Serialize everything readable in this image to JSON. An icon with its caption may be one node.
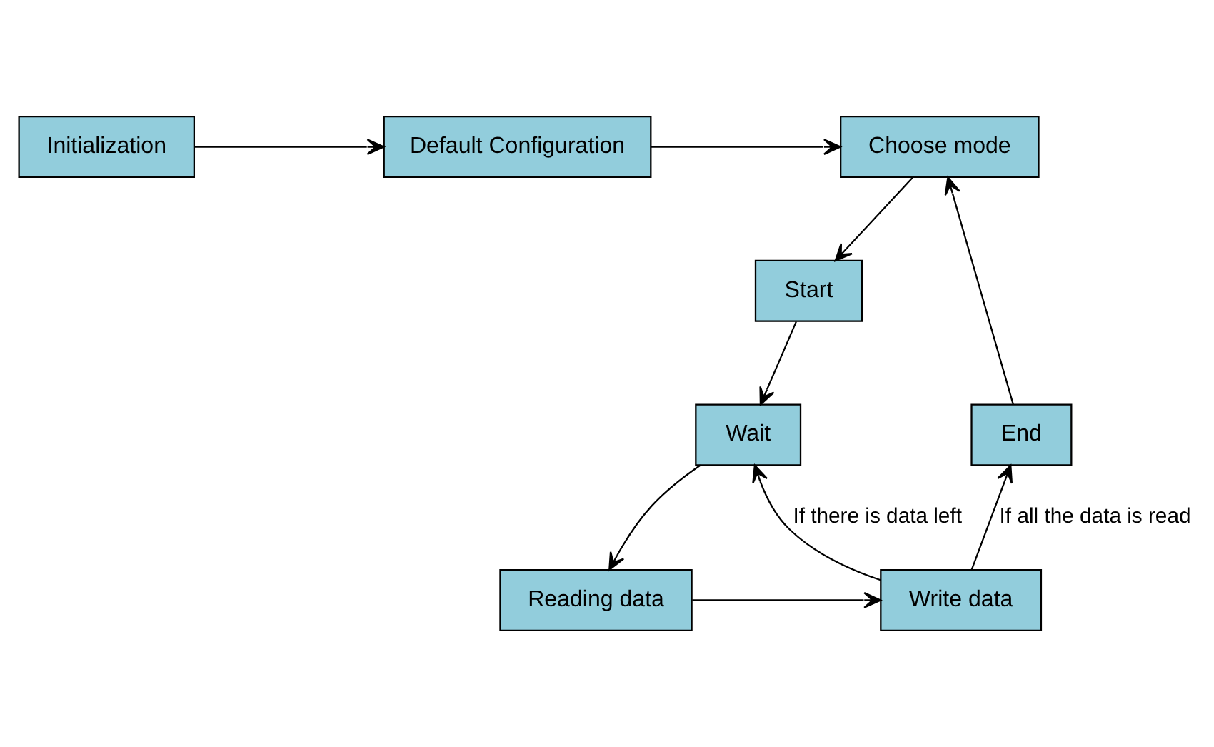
{
  "diagram": {
    "nodes": [
      {
        "text": [
          "Initialization"
        ]
      },
      {
        "text": [
          "Default Configuration"
        ]
      },
      {
        "text": [
          "Choose mode"
        ]
      },
      {
        "text": [
          "Start"
        ]
      },
      {
        "text": [
          "Wait"
        ]
      },
      {
        "text": [
          "Reading data"
        ]
      },
      {
        "text": [
          "Write data"
        ]
      },
      {
        "text": [
          "End"
        ]
      }
    ],
    "edges": [
      {
        "from": 0,
        "to": 1,
        "arrow": "to"
      },
      {
        "from": 1,
        "to": 2,
        "arrow": "to"
      },
      {
        "from": 2,
        "to": 3,
        "arrow": "to"
      },
      {
        "from": 3,
        "to": 4,
        "arrow": "to"
      },
      {
        "from": 4,
        "to": 5,
        "arrow": "to"
      },
      {
        "from": 5,
        "to": 6,
        "arrow": "to"
      },
      {
        "from": 6,
        "to": 4,
        "arrow": "to",
        "label": "If there is data left"
      },
      {
        "from": 6,
        "to": 7,
        "arrow": "to",
        "label": "If all the data is read"
      },
      {
        "from": 7,
        "to": 2,
        "arrow": "to"
      }
    ]
  }
}
